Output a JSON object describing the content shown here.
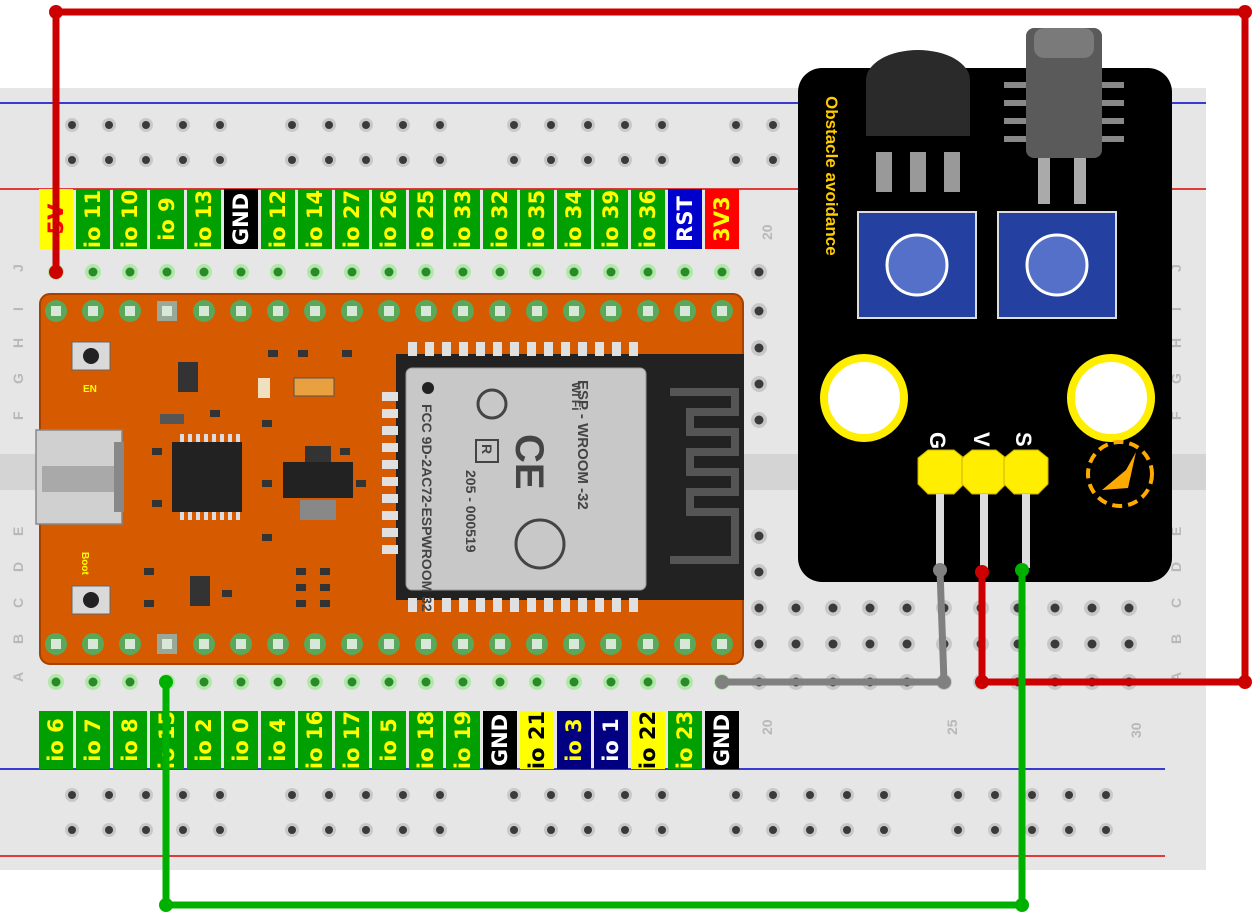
{
  "top_header_labels": [
    "5V",
    "io 11",
    "io 10",
    "io 9",
    "io 13",
    "GND",
    "io 12",
    "io 14",
    "io 27",
    "io 26",
    "io 25",
    "io 33",
    "io 32",
    "io 35",
    "io 34",
    "io 39",
    "io 36",
    "RST",
    "3V3"
  ],
  "top_header_colors": [
    "#ffff00",
    "#00a000",
    "#00a000",
    "#00a000",
    "#00a000",
    "#000000",
    "#00a000",
    "#00a000",
    "#00a000",
    "#00a000",
    "#00a000",
    "#00a000",
    "#00a000",
    "#00a000",
    "#00a000",
    "#00a000",
    "#00a000",
    "#0000cc",
    "#ff0000"
  ],
  "top_header_text_colors": [
    "#ff0000",
    "#ffff00",
    "#ffff00",
    "#ffff00",
    "#ffff00",
    "#ffffff",
    "#ffff00",
    "#ffff00",
    "#ffff00",
    "#ffff00",
    "#ffff00",
    "#ffff00",
    "#ffff00",
    "#ffff00",
    "#ffff00",
    "#ffff00",
    "#ffff00",
    "#ffffff",
    "#ffff00"
  ],
  "bottom_header_labels": [
    "io 6",
    "io 7",
    "io 8",
    "io 15",
    "io 2",
    "io 0",
    "io 4",
    "io 16",
    "io 17",
    "io 5",
    "io 18",
    "io 19",
    "GND",
    "io 21",
    "io 3",
    "io 1",
    "io 22",
    "io 23",
    "GND"
  ],
  "bottom_header_colors": [
    "#00a000",
    "#00a000",
    "#00a000",
    "#00a000",
    "#00a000",
    "#00a000",
    "#00a000",
    "#00a000",
    "#00a000",
    "#00a000",
    "#00a000",
    "#00a000",
    "#000000",
    "#ffff00",
    "#000080",
    "#000080",
    "#ffff00",
    "#00a000",
    "#000000"
  ],
  "bottom_header_text_colors": [
    "#ffff00",
    "#ffff00",
    "#ffff00",
    "#ffff00",
    "#ffff00",
    "#ffff00",
    "#ffff00",
    "#ffff00",
    "#ffff00",
    "#ffff00",
    "#ffff00",
    "#ffff00",
    "#ffffff",
    "#000000",
    "#ffff00",
    "#ffffff",
    "#000000",
    "#ffff00",
    "#ffffff"
  ],
  "row_letters": [
    "J",
    "I",
    "H",
    "G",
    "F",
    "E",
    "D",
    "C",
    "B",
    "A"
  ],
  "column_numbers": {
    "top_20": "20",
    "bottom_20": "20",
    "bottom_25": "25",
    "bottom_30": "30"
  },
  "board": {
    "en_label": "EN",
    "boot_label": "Boot",
    "module_lines": [
      "ESP - WROOM -32",
      "FCC 9D-2AC72-ESPWROOM 32",
      "205 - 000519"
    ],
    "wifi_label": "Wi Fi",
    "ce_label": "CE",
    "r_label": "R"
  },
  "sensor": {
    "title": "Obstacle avoidance",
    "pins": [
      "G",
      "V",
      "S"
    ]
  },
  "colors": {
    "wire_red": "#cc0000",
    "wire_green": "#00b000",
    "wire_gray": "#808080",
    "board_orange": "#d55a00",
    "breadboard": "#e6e6e6",
    "rail_red": "#dd0000",
    "rail_blue": "#0000cc"
  }
}
